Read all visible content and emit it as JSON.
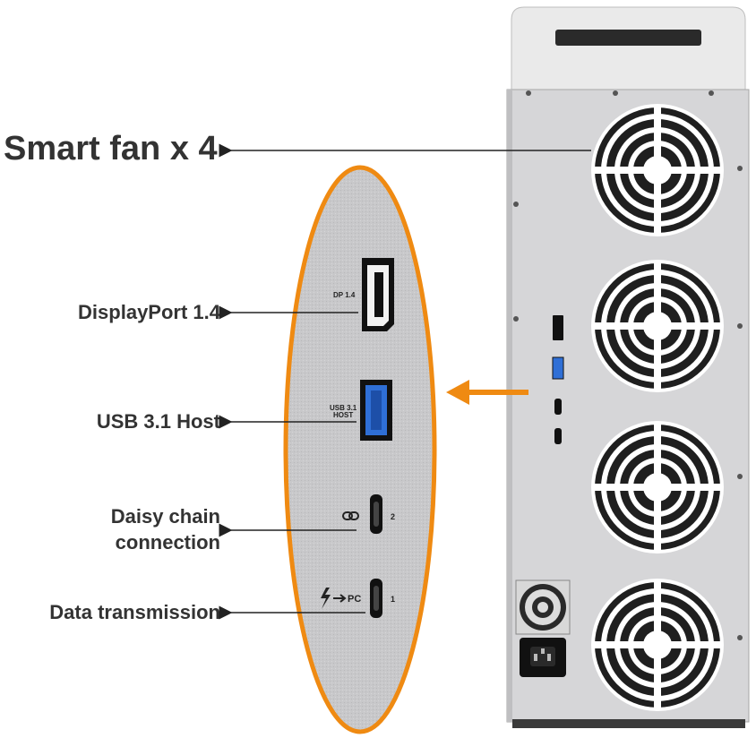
{
  "labels": {
    "smart_fan": "Smart fan x 4",
    "displayport": "DisplayPort 1.4",
    "usb_host": "USB 3.1 Host",
    "daisy_chain_line1": "Daisy chain",
    "daisy_chain_line2": "connection",
    "data_transmission": "Data transmission"
  },
  "port_markings": {
    "dp": "DP 1.4",
    "usb_line1": "USB 3.1",
    "usb_line2": "HOST",
    "daisy_number": "2",
    "pc_text": "PC",
    "pc_number": "1"
  },
  "colors": {
    "accent_orange": "#ef8a12",
    "text": "#333333",
    "panel": "#c9c9cb",
    "usb_blue": "#2f6fd6"
  },
  "icons": {
    "fan": "fan-grille-icon",
    "link": "chain-link-icon",
    "bolt": "thunderbolt-icon"
  }
}
